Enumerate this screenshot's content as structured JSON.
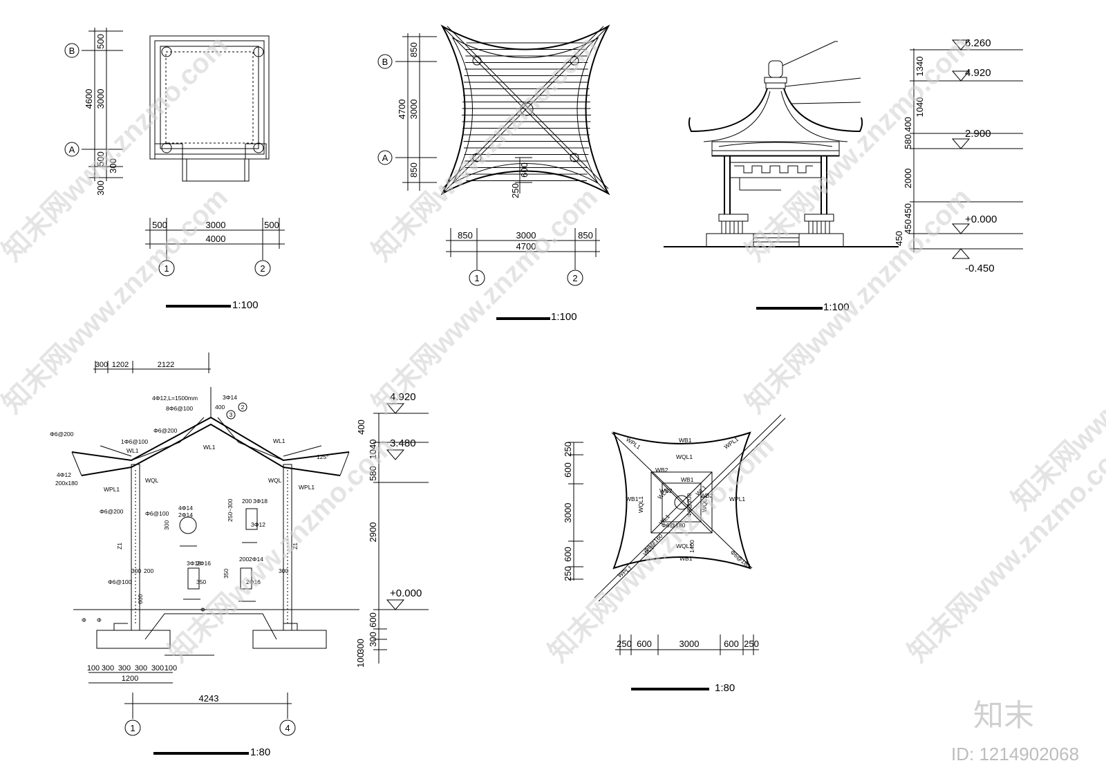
{
  "plan_view": {
    "grid_rows": [
      "B",
      "A"
    ],
    "grid_cols": [
      "1",
      "2"
    ],
    "left_dims": [
      "500",
      "3000",
      "500",
      "300",
      "300"
    ],
    "left_total": "4600",
    "bottom_dims": [
      "500",
      "3000",
      "500"
    ],
    "bottom_total": "4000",
    "scale": "1:100"
  },
  "roof_plan": {
    "grid_rows": [
      "B",
      "A"
    ],
    "grid_cols": [
      "1",
      "2"
    ],
    "left_dims": [
      "850",
      "3000",
      "850"
    ],
    "left_total": "4700",
    "center_dims": [
      "600",
      "250"
    ],
    "bottom_dims": [
      "850",
      "3000",
      "850"
    ],
    "bottom_total": "4700",
    "scale": "1:100"
  },
  "elevation": {
    "levels": [
      "6.260",
      "4.920",
      "2.900",
      "+0.000",
      "-0.450"
    ],
    "vertical_dims": [
      "1340",
      "1040",
      "400",
      "580",
      "2000",
      "450",
      "450",
      "450"
    ],
    "scale": "1:100"
  },
  "section": {
    "top_dims": [
      "300",
      "1202",
      "2122"
    ],
    "levels": [
      "4.920",
      "3.480",
      "+0.000"
    ],
    "right_dims": [
      "400",
      "1040",
      "580",
      "2900",
      "600",
      "300",
      "300",
      "100"
    ],
    "rebar_labels": [
      "4Φ12,L=1500mm",
      "3Φ14",
      "400",
      "8Φ6@100",
      "Φ6@200",
      "1Φ6@100",
      "Φ6@200",
      "WL1",
      "WL1",
      "WL1",
      "125°",
      "4Φ12",
      "200x180",
      "WPL1",
      "WQL",
      "WQL",
      "WPL1",
      "Φ6@200",
      "Φ6@100",
      "4Φ14",
      "2Φ14",
      "200",
      "3Φ18",
      "250~300",
      "3Φ12",
      "300",
      "200",
      "3Φ18",
      "2Φ16",
      "350",
      "200",
      "2Φ14",
      "2Φ16",
      "350",
      "Z1",
      "Z1",
      "300",
      "300",
      "Φ6@100",
      "600",
      "Φ",
      "Φ",
      "Φ"
    ],
    "detail_marks": [
      "2",
      "3"
    ],
    "foot_dims": [
      "100",
      "300",
      "300",
      "300",
      "300",
      "100"
    ],
    "foot_total": "1200",
    "bottom_total": "4243",
    "grid_cols": [
      "1",
      "4"
    ],
    "scale": "1:80"
  },
  "roof_structure": {
    "labels": [
      "WPL1",
      "WB1",
      "WPL1",
      "WQL1",
      "WB2",
      "WB1",
      "WQL1",
      "WB2",
      "WQL1",
      "WB2",
      "WB1",
      "WQL1",
      "WB1",
      "WPL1",
      "WPL1",
      "Φ6@180",
      "Φ6@180",
      "Φ6@200",
      "Φ8@160",
      "1400",
      "WL1",
      "WL1",
      "WL1",
      "WL1"
    ],
    "left_dims": [
      "250",
      "600",
      "3000",
      "600",
      "250"
    ],
    "bottom_dims": [
      "250",
      "600",
      "3000",
      "600",
      "250"
    ],
    "scale": "1:80"
  },
  "watermark": {
    "site_text": "知末网www.znzmo.com",
    "brand": "知末",
    "id_label": "ID: 1214902068"
  }
}
